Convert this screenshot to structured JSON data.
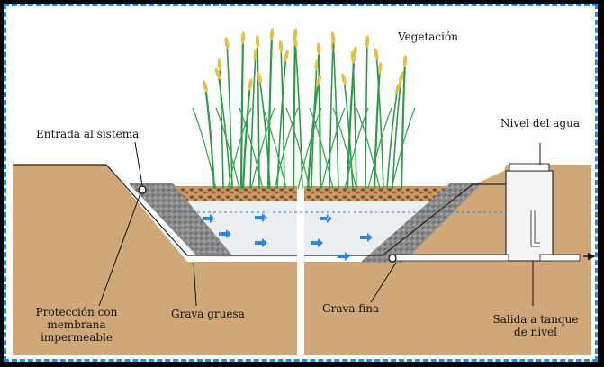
{
  "labels": {
    "vegetation": "Vegetación",
    "inlet": "Entrada al sistema",
    "water_level": "Nivel del agua",
    "membrane_line1": "Protección con",
    "membrane_line2": "membrana",
    "membrane_line3": "impermeable",
    "coarse_gravel": "Grava gruesa",
    "fine_gravel": "Grava fina",
    "outlet_line1": "Salida a tanque",
    "outlet_line2": "de nivel"
  },
  "colors": {
    "frame_border": "#1e8fe3",
    "soil": "#cfa778",
    "coarse_gravel": "#9a9a9a",
    "fine_gravel": "#e9eef2",
    "mulch": "#a8642d",
    "reed_stem": "#2f9a47",
    "reed_seed": "#e0c34a",
    "flow_arrow": "#2b86d6"
  }
}
